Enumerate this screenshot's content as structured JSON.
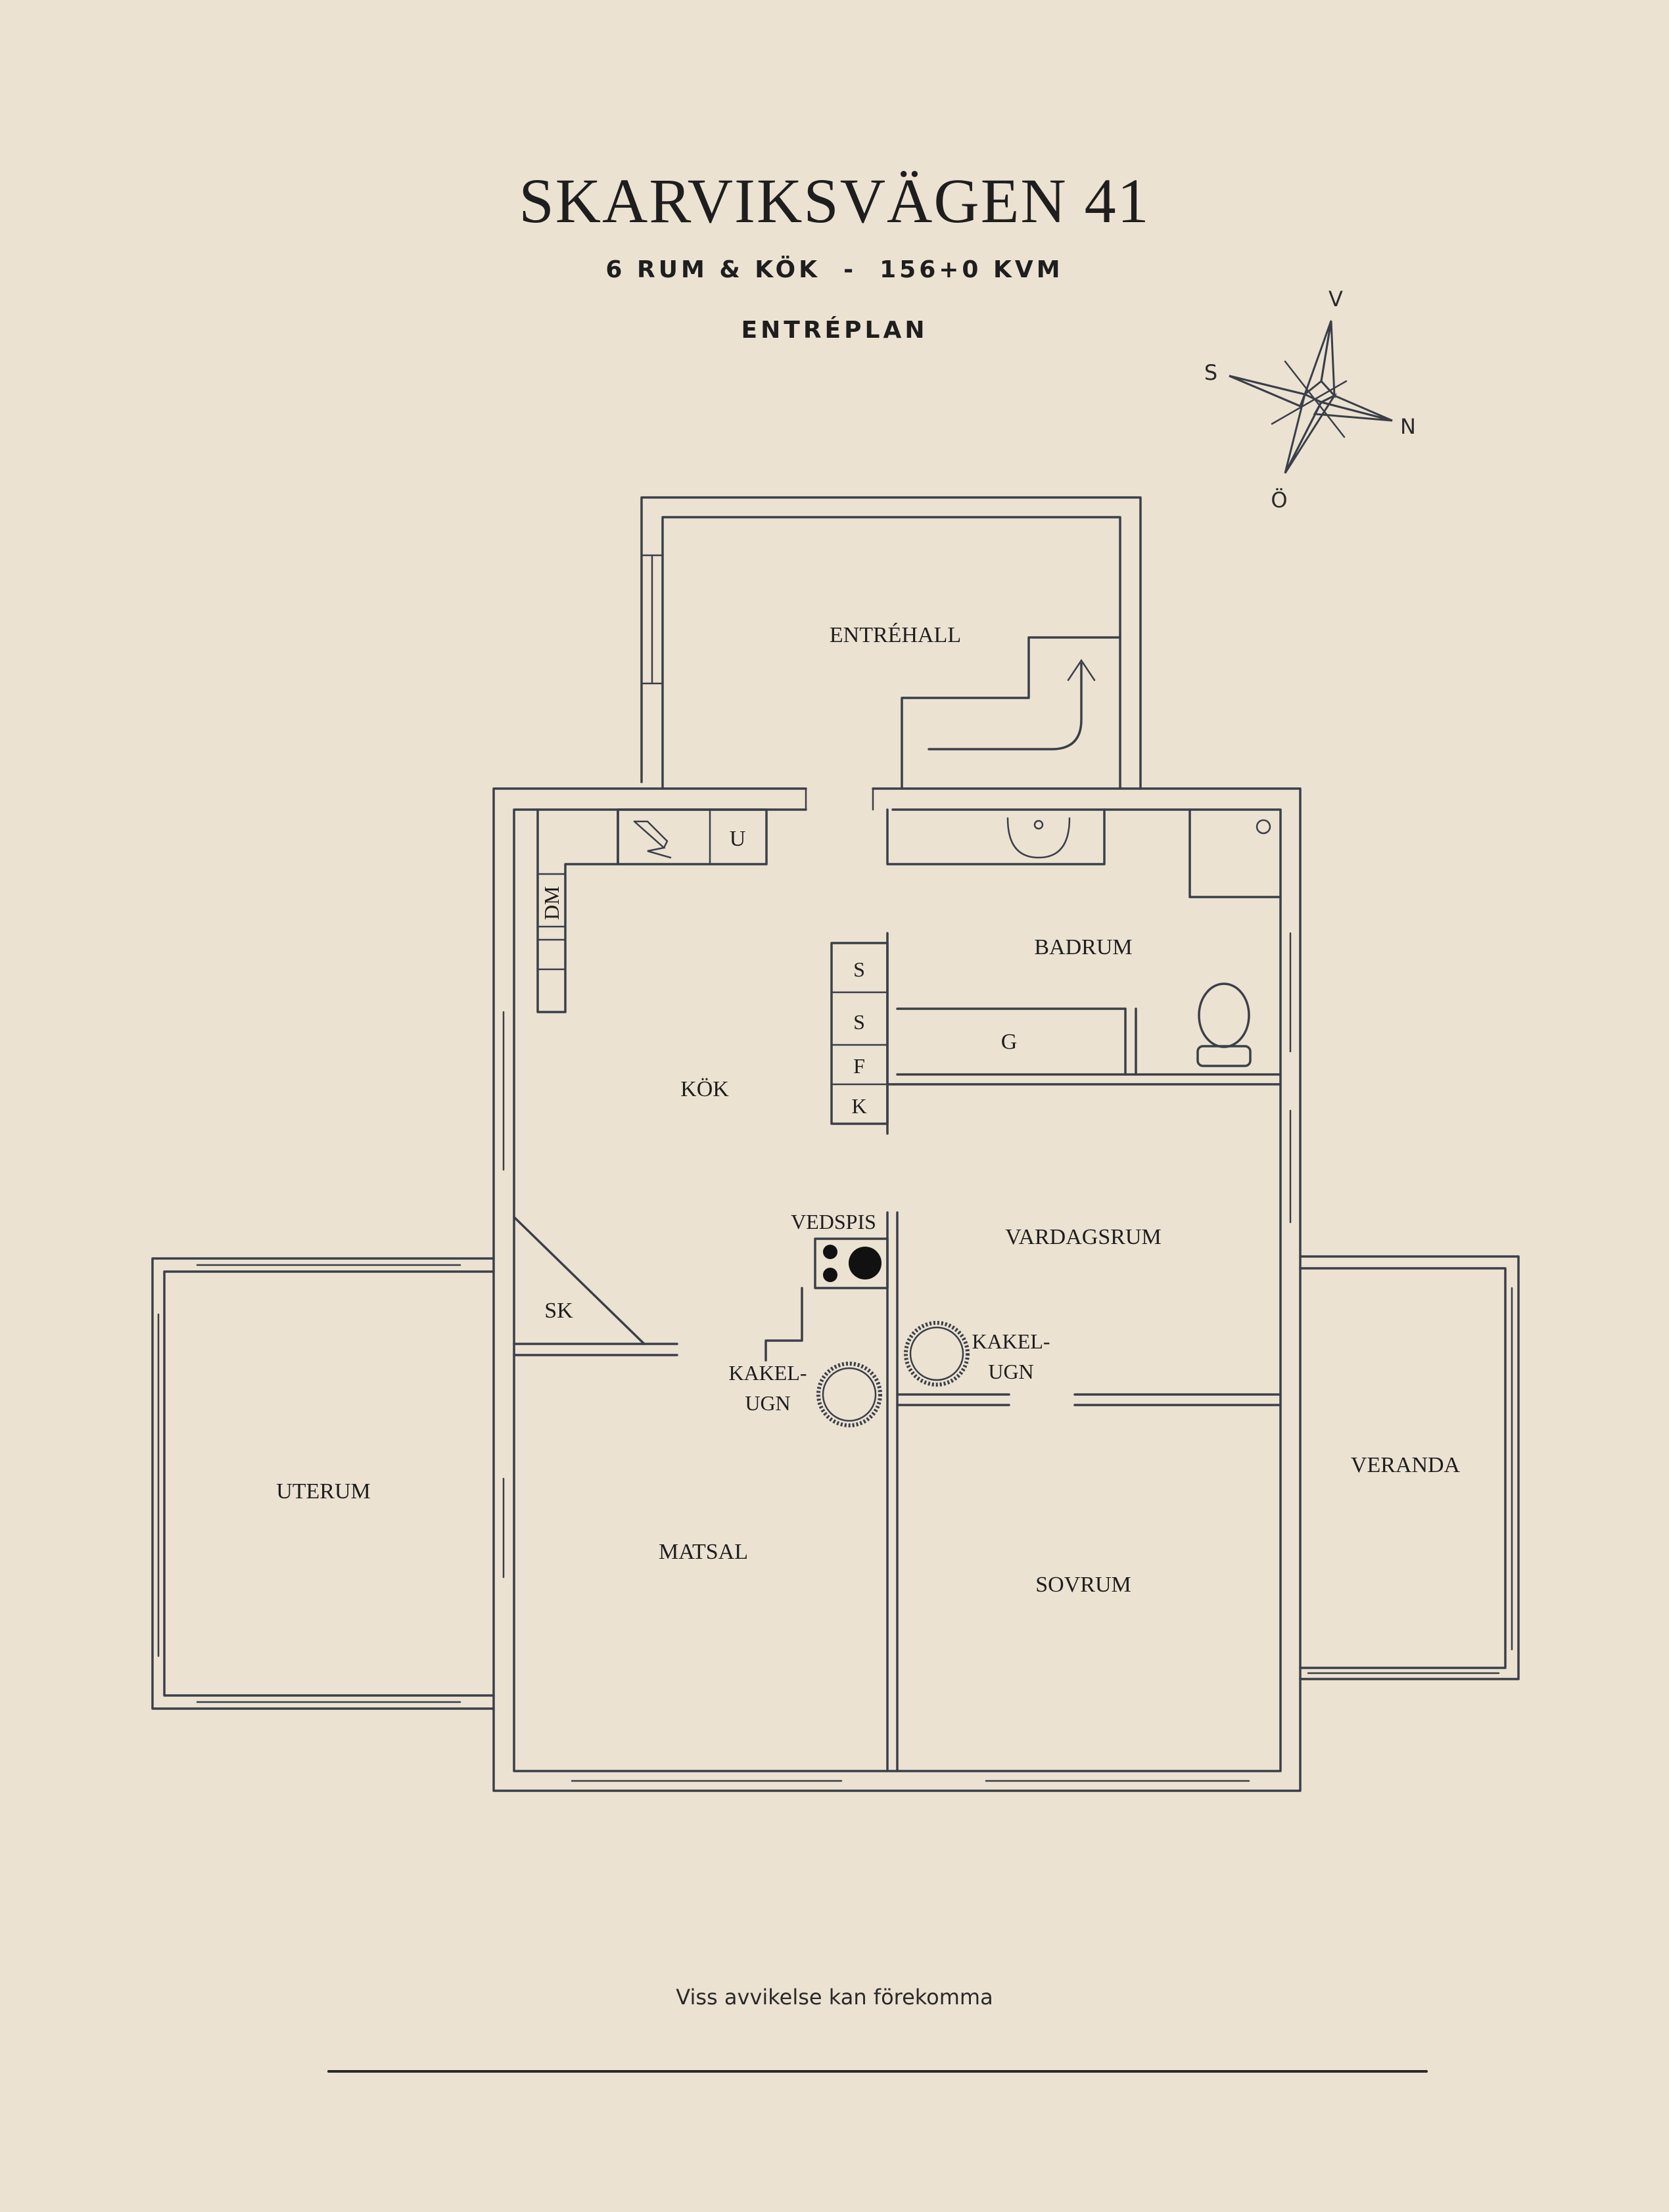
{
  "header": {
    "title": "SKARVIKSVÄGEN 41",
    "subtitle": "6 RUM & KÖK  -  156+0 KVM",
    "level": "ENTRÉPLAN"
  },
  "compass": {
    "v": "V",
    "s": "S",
    "n": "N",
    "o": "Ö"
  },
  "rooms": {
    "entrehall": "ENTRÉHALL",
    "kok": "KÖK",
    "badrum": "BADRUM",
    "vardagsrum": "VARDAGSRUM",
    "uterum": "UTERUM",
    "matsal": "MATSAL",
    "sovrum": "SOVRUM",
    "veranda": "VERANDA"
  },
  "fixtures": {
    "u": "U",
    "dm": "DM",
    "s1": "S",
    "s2": "S",
    "f": "F",
    "k": "K",
    "g": "G",
    "sk": "SK",
    "vedspis": "VEDSPIS",
    "kakelugn_left_1": "KAKEL-",
    "kakelugn_left_2": "UGN",
    "kakelugn_right_1": "KAKEL-",
    "kakelugn_right_2": "UGN"
  },
  "footer": {
    "disclaimer": "Viss avvikelse kan förekomma"
  }
}
